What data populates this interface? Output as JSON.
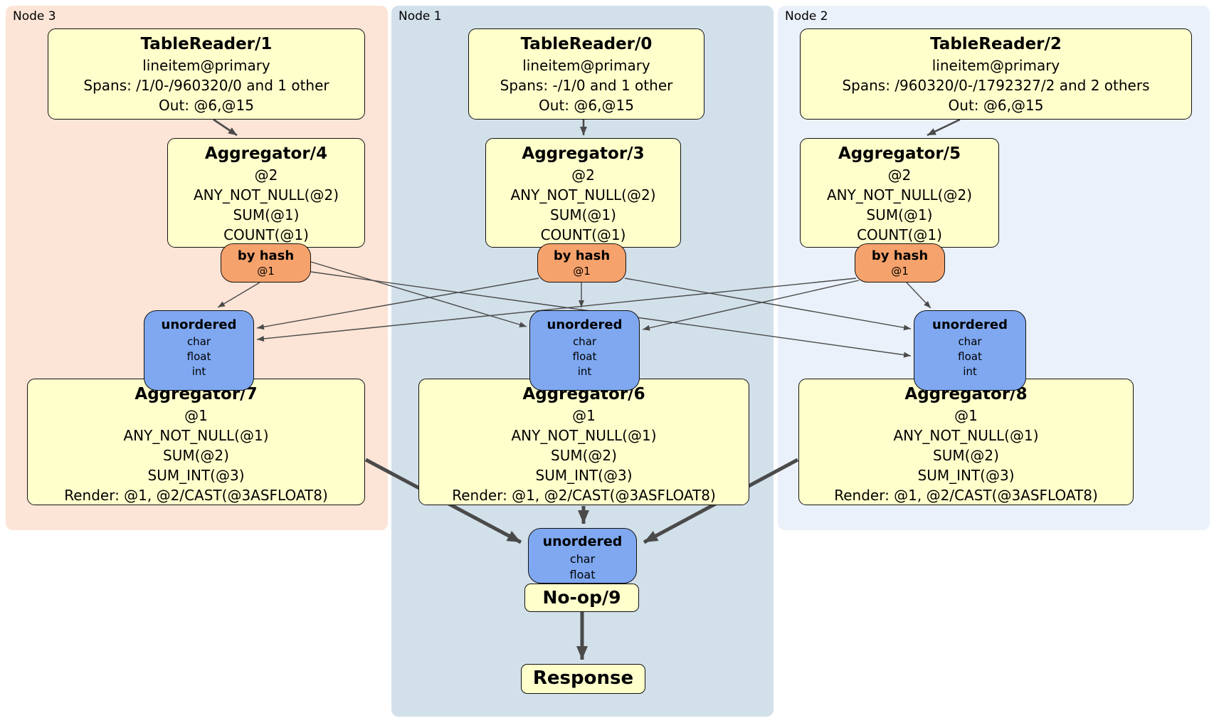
{
  "diagram_title": "DistSQL physical plan",
  "nodes": [
    {
      "label": "Node 3",
      "table_reader": {
        "title": "TableReader/1",
        "lines": [
          "lineitem@primary",
          "Spans: /1/0-/960320/0 and 1 other",
          "Out: @6,@15"
        ]
      },
      "aggregator_top": {
        "title": "Aggregator/4",
        "lines": [
          "@2",
          "ANY_NOT_NULL(@2)",
          "SUM(@1)",
          "COUNT(@1)"
        ]
      },
      "router": {
        "title": "by hash",
        "detail": "@1"
      },
      "sync": {
        "title": "unordered",
        "types": [
          "char",
          "float",
          "int"
        ]
      },
      "aggregator_bottom": {
        "title": "Aggregator/7",
        "lines": [
          "@1",
          "ANY_NOT_NULL(@1)",
          "SUM(@2)",
          "SUM_INT(@3)",
          "Render: @1, @2/CAST(@3ASFLOAT8)"
        ]
      }
    },
    {
      "label": "Node 1",
      "table_reader": {
        "title": "TableReader/0",
        "lines": [
          "lineitem@primary",
          "Spans: -/1/0 and 1 other",
          "Out: @6,@15"
        ]
      },
      "aggregator_top": {
        "title": "Aggregator/3",
        "lines": [
          "@2",
          "ANY_NOT_NULL(@2)",
          "SUM(@1)",
          "COUNT(@1)"
        ]
      },
      "router": {
        "title": "by hash",
        "detail": "@1"
      },
      "sync": {
        "title": "unordered",
        "types": [
          "char",
          "float",
          "int"
        ]
      },
      "aggregator_bottom": {
        "title": "Aggregator/6",
        "lines": [
          "@1",
          "ANY_NOT_NULL(@1)",
          "SUM(@2)",
          "SUM_INT(@3)",
          "Render: @1, @2/CAST(@3ASFLOAT8)"
        ]
      }
    },
    {
      "label": "Node 2",
      "table_reader": {
        "title": "TableReader/2",
        "lines": [
          "lineitem@primary",
          "Spans: /960320/0-/1792327/2 and 2 others",
          "Out: @6,@15"
        ]
      },
      "aggregator_top": {
        "title": "Aggregator/5",
        "lines": [
          "@2",
          "ANY_NOT_NULL(@2)",
          "SUM(@1)",
          "COUNT(@1)"
        ]
      },
      "router": {
        "title": "by hash",
        "detail": "@1"
      },
      "sync": {
        "title": "unordered",
        "types": [
          "char",
          "float",
          "int"
        ]
      },
      "aggregator_bottom": {
        "title": "Aggregator/8",
        "lines": [
          "@1",
          "ANY_NOT_NULL(@1)",
          "SUM(@2)",
          "SUM_INT(@3)",
          "Render: @1, @2/CAST(@3ASFLOAT8)"
        ]
      }
    }
  ],
  "final": {
    "sync": {
      "title": "unordered",
      "types": [
        "char",
        "float"
      ]
    },
    "noop": "No-op/9",
    "response": "Response"
  },
  "colors": {
    "node3_bg": "#fce4d6",
    "node1_bg": "#d2e0ea",
    "node2_bg": "#ebf1fa",
    "box_bg": "#ffffcc",
    "router_bg": "#f6a26c",
    "sync_bg": "#7fa8f1",
    "edge": "#4a4a4a"
  }
}
